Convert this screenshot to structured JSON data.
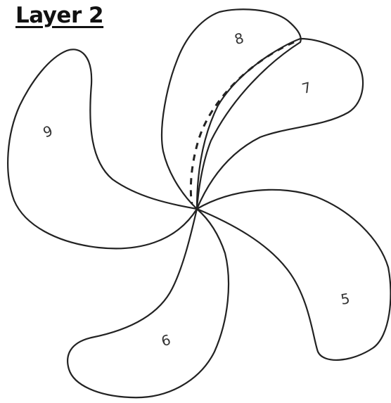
{
  "title": "Layer 2",
  "petals": [
    {
      "id": "petal-5",
      "label": "5"
    },
    {
      "id": "petal-6",
      "label": "6"
    },
    {
      "id": "petal-7",
      "label": "7"
    },
    {
      "id": "petal-8",
      "label": "8"
    },
    {
      "id": "petal-9",
      "label": "9"
    }
  ],
  "colors": {
    "stroke": "#222222",
    "background": "#ffffff"
  }
}
